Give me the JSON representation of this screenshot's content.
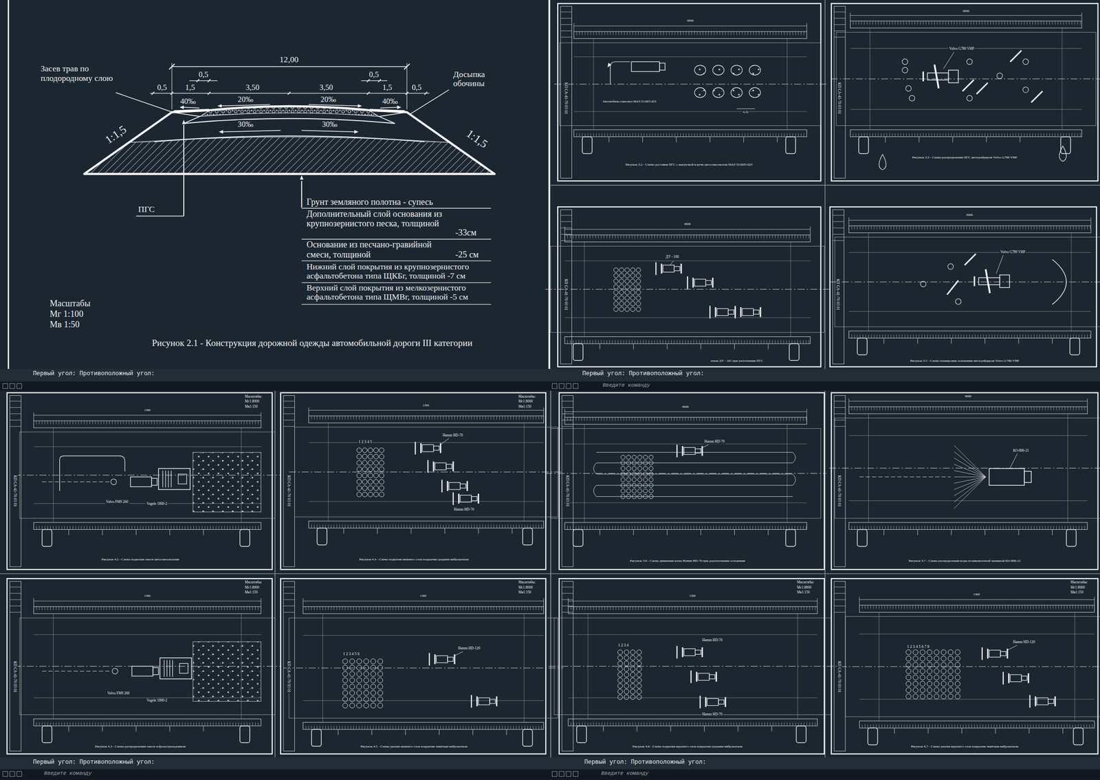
{
  "diagram": {
    "nodes": [
      {
        "text": [
          "Рисунок 2.1 - Конструкция дорожной одежды автомобильной дороги III категории"
        ]
      },
      {
        "text": [
          "Рисунок 3.2 - Схема доставки ПГС с выгрузкой в кучи автосамосвалом МАЗ 551605-023"
        ]
      },
      {
        "text": [
          "Рисунок 3.3 - Схема распределения ПГС автогрейдером Volvo G780 VHP"
        ]
      },
      {
        "text": [
          "атков ДУ - 101 при уплотнении ПГС"
        ]
      },
      {
        "text": [
          "Рисунок 3.5 - Схема планировки основания автогрейдером Volvo G780 VHP"
        ]
      },
      {
        "text": [
          "Рисунок 4.2 - Схема подвозки смеси автосамосвалами"
        ]
      },
      {
        "text": [
          "Рисунок 4.4 - Схема подкатки нижнего слоя покрытия средним виброкатком"
        ]
      },
      {
        "text": [
          "Рисунок 3.6 - Схема движения катка Hamm HD-70 при доуплотнении основания"
        ]
      },
      {
        "text": [
          "Рисунок 3.7 - Схема распределения воды поливомоечной машиной КО-806-21"
        ]
      },
      {
        "text": [
          "Рисунок 4.3 - Схема распределения смеси асфальтоукладчиком"
        ]
      },
      {
        "text": [
          "Рисунок 4.5 - Схема укатки нижнего слоя покрытия тяжёлым виброкатком"
        ]
      },
      {
        "text": [
          "Рисунок 4.6 - Схема подкатки верхнего слоя покрытия средним виброкатком"
        ]
      },
      {
        "text": [
          "Рисунок 4.7 - Схема укатки верхнего слоя покрытия тяжёлым виброкатком"
        ]
      }
    ],
    "labels": [
      "12,00",
      "0,5",
      "0,5",
      "0,5",
      "1,5",
      "3,50",
      "3,50",
      "1,5",
      "0,5",
      "40‰",
      "20‰",
      "20‰",
      "40‰",
      "30‰",
      "30‰",
      "1:1,5",
      "1:1,5",
      "Засев трав по плодородному слою",
      "Досыпка обочины",
      "ПГС",
      "Грунт земляного полотна - супесь",
      "Дополнительный слой основания из крупнозернистого песка, толщиной",
      "-33см",
      "Основание из песчано-гравийной смеси, толщиной",
      "-25 см",
      "Нижний слой покрытия из крупнозернистого асфальтобетона типа ЩКБг, толщиной -7 см",
      "Верхний слой покрытия из мелкозернистого асфальтобетона типа ЩМВг, толщиной -5 см",
      "Масштабы",
      "Мг 1:100",
      "Мв 1:50",
      "Первый угол: Противоположный угол:",
      "Первый угол: Противоположный угол:",
      "Введите команду",
      "Первый угол: Противоположный угол:",
      "Введите команду",
      "Первый угол: Противоположный угол:",
      "Введите команду",
      "КП СА-41-70 03 01",
      "КП СА-41-70 03 01",
      "КП СА-41-70 03 01",
      "КП СА-41-70 03 01",
      "КП СА-41-70 03 01",
      "КП СА-41-70 03 01",
      "КП СА-41-70 03 01",
      "КП СА-41-70 03 01",
      "КП СА-41-70 03 01",
      "КП СА-41-70 03 01",
      "КП СА-41-70 03 01",
      "Масштабы:",
      "Мг1:8000",
      "Мв1:150",
      "Масштабы:",
      "Мг1:8000",
      "Мв1:150",
      "Масштабы:",
      "Мг1:8000",
      "Мв1:150",
      "Масштабы:",
      "Мг1:8000",
      "Мв1:150",
      "Масштабы:",
      "Мг1:8000",
      "Мв1:150",
      "Масштабы:",
      "Мг1:8000",
      "Мв1:150",
      "6000",
      "6000",
      "6000",
      "6000",
      "1300",
      "1300",
      "6000",
      "6000",
      "1300",
      "1300",
      "1300",
      "1300",
      "Автомобиль-самосвал МАЗ-551605-023",
      "4,32",
      "Volvo G780 VHP",
      "ДУ - 100",
      "Volvo G780 VHP",
      "Volvo FM9 260",
      "Vogele 1800-2",
      "Hamm HD-70",
      "Hamm HD-70",
      "1 2 3 4 5",
      "Hamm HD-70",
      "КО-806-21",
      "Volvo FM9 260",
      "Vogele 1800-2",
      "Hamm HD-120",
      "1 2 3 4 5 6",
      "Hamm HD-70",
      "Hamm HD-70",
      "1 2 3 4",
      "Hamm HD-120",
      "1 2 3 4 5 6 7 8"
    ]
  }
}
